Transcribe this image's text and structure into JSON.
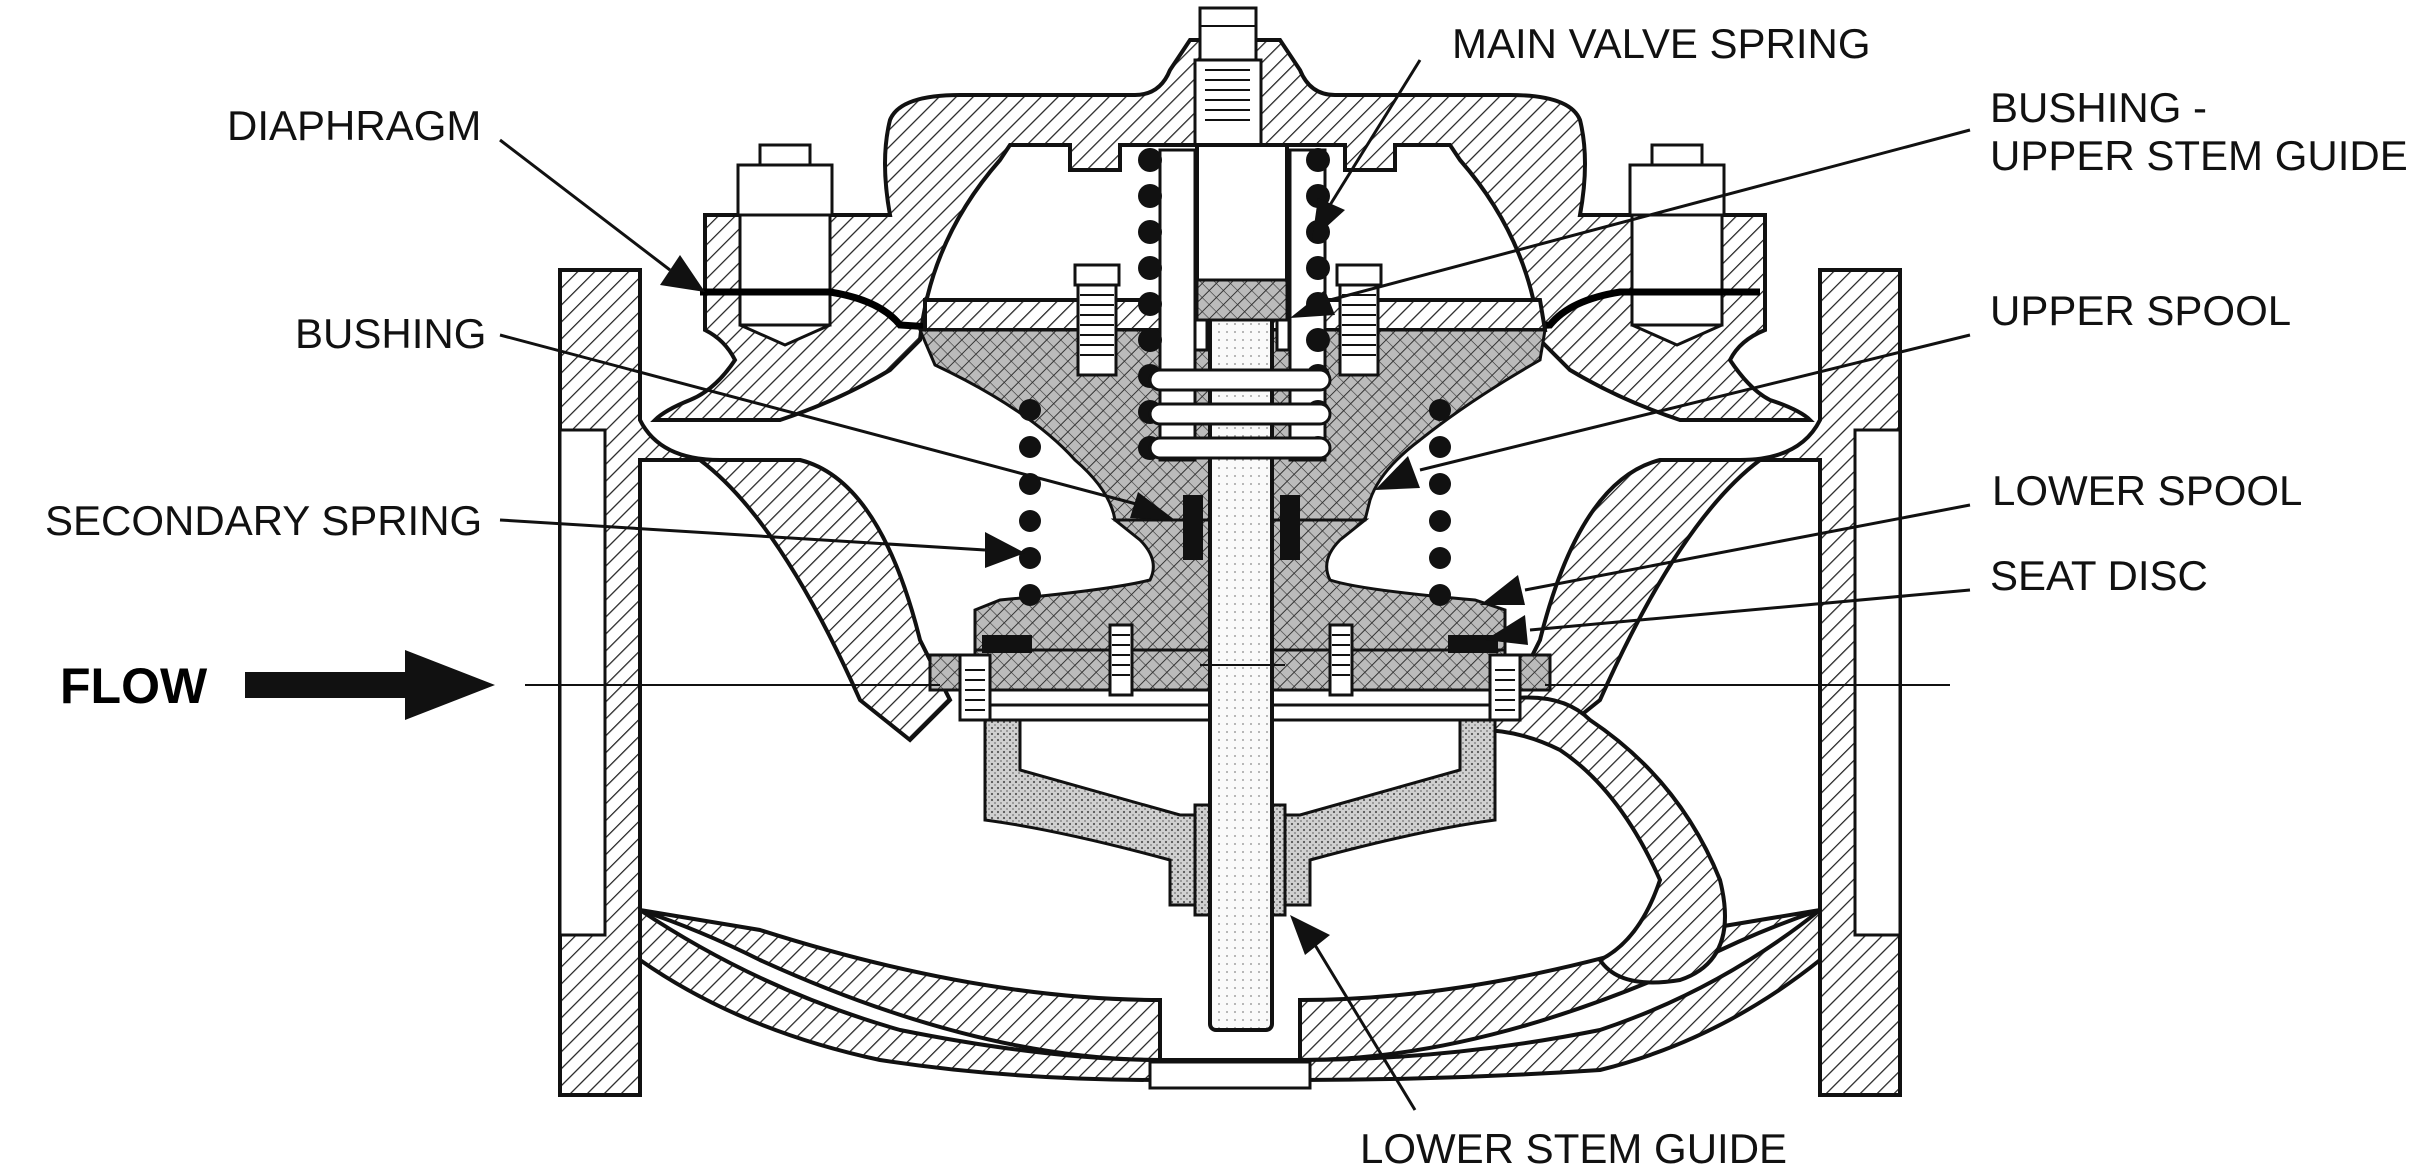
{
  "labels": {
    "main_valve_spring": "MAIN VALVE SPRING",
    "diaphragm": "DIAPHRAGM",
    "bushing_upper_line1": "BUSHING -",
    "bushing_upper_line2": "UPPER STEM GUIDE",
    "bushing": "BUSHING",
    "upper_spool": "UPPER SPOOL",
    "secondary_spring": "SECONDARY SPRING",
    "lower_spool": "LOWER SPOOL",
    "seat_disc": "SEAT DISC",
    "flow": "FLOW",
    "lower_stem_guide": "LOWER STEM GUIDE"
  }
}
